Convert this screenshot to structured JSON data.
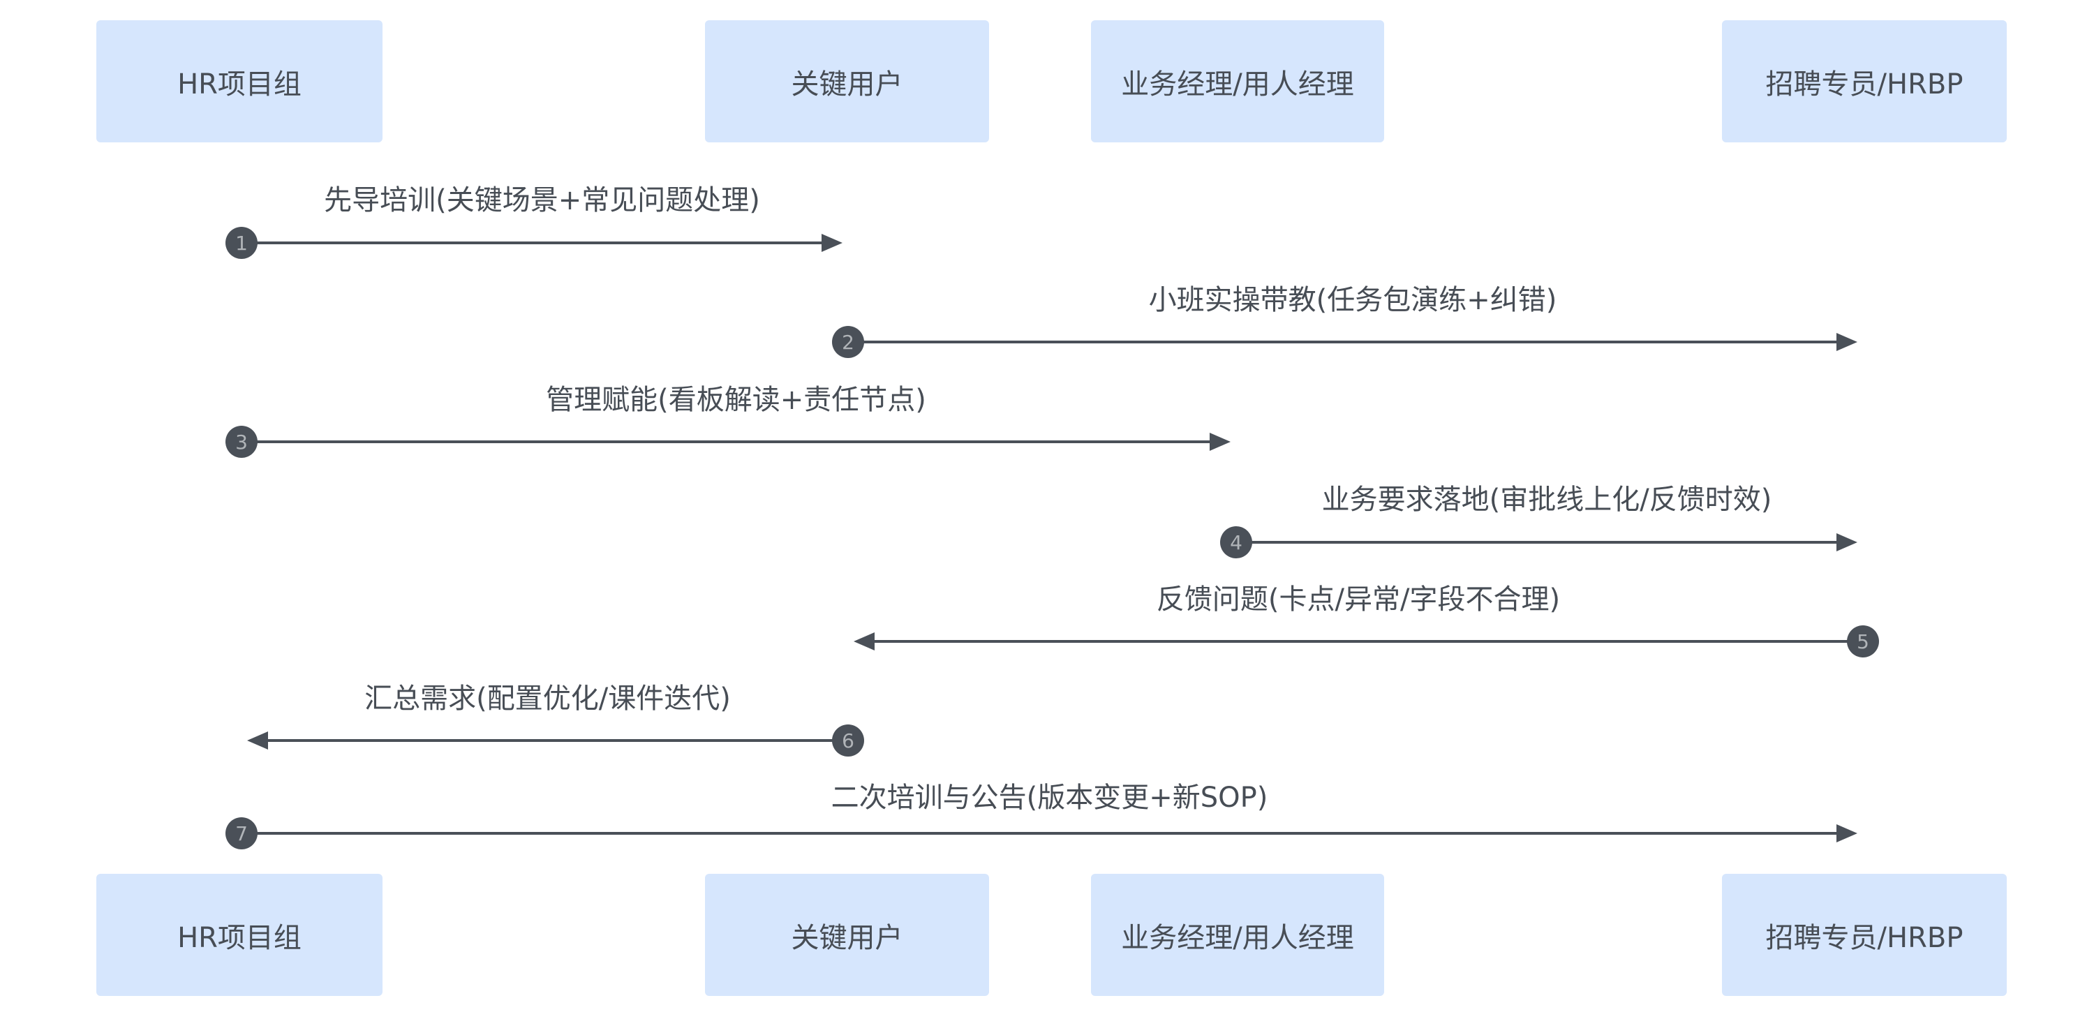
{
  "actors": [
    "HR项目组",
    "关键用户",
    "业务经理/用人经理",
    "招聘专员/HRBP"
  ],
  "messages": [
    {
      "num": "1",
      "from": 0,
      "to": 1,
      "label": "先导培训(关键场景+常见问题处理)"
    },
    {
      "num": "2",
      "from": 1,
      "to": 3,
      "label": "小班实操带教(任务包演练+纠错)"
    },
    {
      "num": "3",
      "from": 0,
      "to": 2,
      "label": "管理赋能(看板解读+责任节点)"
    },
    {
      "num": "4",
      "from": 2,
      "to": 3,
      "label": "业务要求落地(审批线上化/反馈时效)"
    },
    {
      "num": "5",
      "from": 3,
      "to": 1,
      "label": "反馈问题(卡点/异常/字段不合理)"
    },
    {
      "num": "6",
      "from": 1,
      "to": 0,
      "label": "汇总需求(配置优化/课件迭代)"
    },
    {
      "num": "7",
      "from": 0,
      "to": 3,
      "label": "二次培训与公告(版本变更+新SOP)"
    }
  ],
  "colors": {
    "actor_bg": "#d6e6fd",
    "line": "#4a5058",
    "text": "#474d55"
  }
}
